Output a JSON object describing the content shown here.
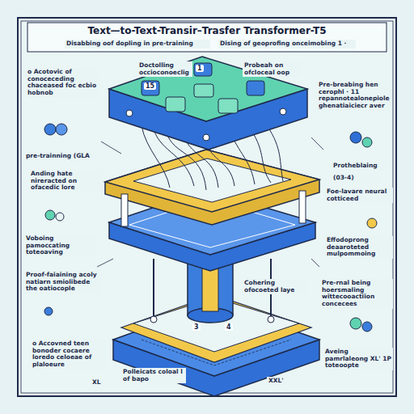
{
  "diagram": {
    "title": "Text—to-Text-Transir–Trasfer Transformer-T5",
    "labels": [
      "Disabbing oof dopling in pre-training",
      "Dising of geoprofing onceimobing 1 ·",
      "o Acotovic of conoceceding chaceased foc ecbio hobnob",
      "Doctolling occioconoeclig",
      "Probeah on ofcloceal oop",
      "pre-trainning (GLA",
      "Anding hate nireracted on ofacedic lore",
      "Voboing pamoccating toteoaving",
      "Proof-faiaining acoly natiarn smiolibede the oatiocople",
      "o Accovned teen bonoder cocaere loredo celoeae of plaloeure",
      "Pre-breabing hen cerophl · 11 repannotealonepiole ghenatiaiciecr aver",
      "Protheblaing",
      "(03-4)",
      "Foe-lavare neural cotticeed",
      "Effodoprong deaaroteted mulpommoing",
      "Pre-rnal being hoersmaling wittecooactiion concecees",
      "Aveing pamrlaleong XL' 1P toteoopte",
      "Polleicats coloal l of bapo",
      "Cohering ofocoeted laye",
      "XL",
      "XXL'",
      "15",
      "1",
      "4",
      "3"
    ]
  }
}
